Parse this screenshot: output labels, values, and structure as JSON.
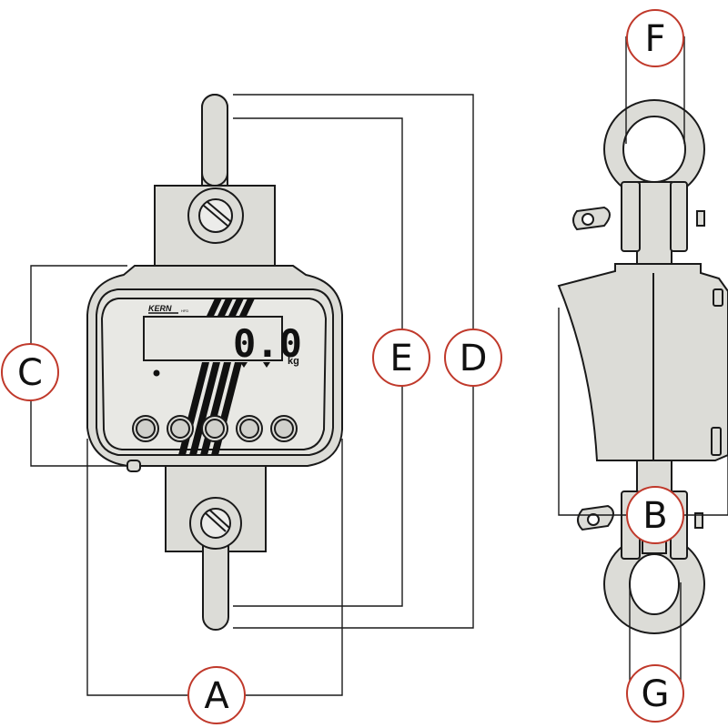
{
  "display": {
    "brand": "KERN",
    "model": "HFD",
    "reading": "0.0",
    "unit": "kg"
  },
  "dimension_labels": {
    "a": "A",
    "b": "B",
    "c": "C",
    "d": "D",
    "e": "E",
    "f": "F",
    "g": "G"
  },
  "colors": {
    "body_fill": "#dcdcd7",
    "line": "#1a1a1a",
    "callout_circle": "#c0392b",
    "screen_fill": "#e6e6e2"
  }
}
